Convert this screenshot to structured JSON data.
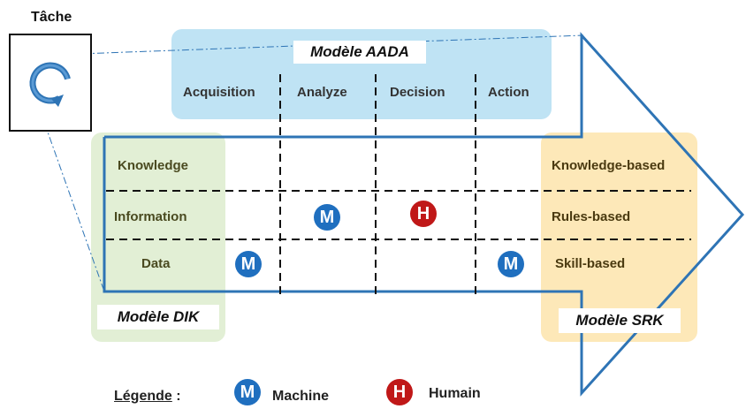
{
  "task": {
    "label": "Tâche",
    "icon": "cycle-icon"
  },
  "aada": {
    "title": "Modèle AADA",
    "columns": [
      "Acquisition",
      "Analyze",
      "Decision",
      "Action"
    ]
  },
  "dik": {
    "title": "Modèle DIK",
    "rows": [
      "Knowledge",
      "Information",
      "Data"
    ]
  },
  "srk": {
    "title": "Modèle SRK",
    "rows": [
      "Knowledge-based",
      "Rules-based",
      "Skill-based"
    ]
  },
  "badges": {
    "machine_letter": "M",
    "human_letter": "H"
  },
  "legend": {
    "label": "Légende",
    "separator": " :",
    "machine": "Machine",
    "human": "Humain"
  },
  "colors": {
    "aada_band": "#bfe3f4",
    "dik_band": "#e2efd5",
    "srk_band": "#fde8b8",
    "arrow_outline": "#2e74b5",
    "machine_badge": "#1f6fbf",
    "human_badge": "#c01818"
  }
}
